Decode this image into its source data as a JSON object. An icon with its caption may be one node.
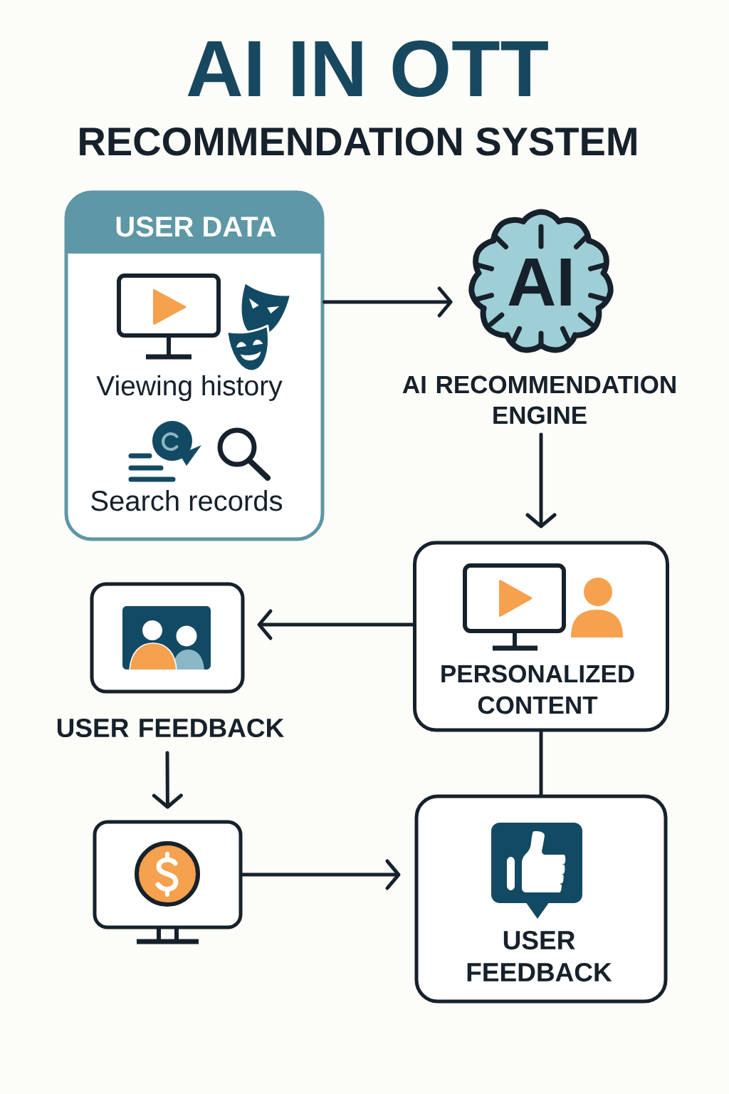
{
  "diagram": {
    "title": "AI IN OTT",
    "nodes": [
      {
        "text": [
          "USER DATA",
          "Viewing history",
          "Search records"
        ]
      },
      {
        "text": [
          "AI"
        ],
        "beside": [
          "AI RECOMMENDATION ENGINE"
        ]
      },
      {
        "text": [
          "PERSONALIZED CONTENT"
        ]
      },
      {
        "text": [],
        "shape": "box",
        "beside": [
          "USER FEEDBACK"
        ]
      },
      {
        "text": [],
        "shape": "box"
      },
      {
        "text": [
          "USER FEEDBACK"
        ]
      }
    ],
    "edges": [
      {
        "from": 0,
        "to": 1,
        "arrow": "to"
      },
      {
        "from": 1,
        "to": 2,
        "arrow": "to"
      },
      {
        "from": 2,
        "to": 3,
        "arrow": "to"
      },
      {
        "from": 3,
        "to": 4,
        "arrow": "to"
      },
      {
        "from": 4,
        "to": 5,
        "arrow": "to"
      },
      {
        "from": 2,
        "to": 5,
        "arrow": "none"
      }
    ],
    "labels": [
      "RECOMMENDATION SYSTEM"
    ]
  }
}
